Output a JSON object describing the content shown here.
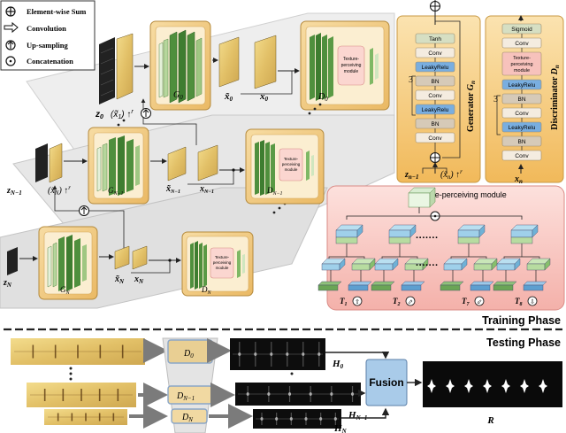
{
  "legend": {
    "sum": "Element-wise Sum",
    "conv": "Convolution",
    "up": "Up-sampling",
    "concat": "Concatenation"
  },
  "labels": {
    "z0": "z",
    "z0_sub": "0",
    "x1_up": "(x̃",
    "x1_up_sub": "1",
    "x1_up_tail": ") ↑",
    "x1_up_r": "r",
    "x0_tilde": "x̃",
    "x0_tilde_sub": "0",
    "x0": "x",
    "x0_sub": "0",
    "zN1": "z",
    "zN1_sub": "N−1",
    "xN_up": "(x̃",
    "xN_up_sub": "N",
    "xN_up_tail": ") ↑",
    "xN_up_r": "r",
    "xN1_tilde": "x̃",
    "xN1_tilde_sub": "N−1",
    "xN1": "x",
    "xN1_sub": "N−1",
    "zN": "z",
    "zN_sub": "N",
    "xN_tilde": "x̃",
    "xN_tilde_sub": "N",
    "xN": "x",
    "xN_sub": "N"
  },
  "blocks": {
    "G0": "G",
    "G0_sub": "0",
    "D0": "D",
    "D0_sub": "0",
    "GN1": "G",
    "GN1_sub": "N−1",
    "DN1": "D",
    "DN1_sub": "N−1",
    "GN": "G",
    "GN_sub": "N",
    "DN": "D",
    "DN_sub": "N",
    "tpm_line1": "Texture-",
    "tpm_line2": "perceiving",
    "tpm_line3": "module"
  },
  "generator": {
    "title": "Generator ",
    "title_g": "G",
    "title_sub": "n",
    "layers": [
      "Tanh",
      "Conv",
      "LeakyRelu",
      "BN",
      "Conv",
      "LeakyRelu",
      "BN",
      "Conv"
    ],
    "repeat": "3",
    "in1": "z",
    "in1_sub": "n−1",
    "in2": "(x̃",
    "in2_sub": "n",
    "in2_tail": ") ↑",
    "in2_r": "r"
  },
  "discriminator": {
    "title": "Discriminator ",
    "title_d": "D",
    "title_sub": "n",
    "layers": [
      "Sigmoid",
      "Conv",
      "Texture-perceiving module",
      "LeakyRelu",
      "BN",
      "Conv",
      "LeakyRelu",
      "BN",
      "Conv"
    ],
    "repeat": "3",
    "in": "x",
    "in_sub": "n"
  },
  "tpm": {
    "title": "Texture-perceiving module",
    "dots": "·······",
    "t_labels": [
      {
        "t": "T",
        "sub": "1",
        "icon": "⇧"
      },
      {
        "t": "T",
        "sub": "2",
        "icon": "⬀"
      },
      {
        "t": "T",
        "sub": "7",
        "icon": "⬃"
      },
      {
        "t": "T",
        "sub": "8",
        "icon": "⇩"
      }
    ]
  },
  "phases": {
    "training": "Training Phase",
    "testing": "Testing Phase"
  },
  "testing": {
    "D0": "D",
    "D0_sub": "0",
    "DN1": "D",
    "DN1_sub": "N−1",
    "DN": "D",
    "DN_sub": "N",
    "H0": "H",
    "H0_sub": "0",
    "HN1": "H",
    "HN1_sub": "N−1",
    "HN": "H",
    "HN_sub": "N",
    "fusion": "Fusion",
    "R": "R"
  },
  "colors": {
    "block_outer": "#f4cf8a",
    "block_inner": "#f9e6bf",
    "green_dark": "#3c7d32",
    "green_light": "#a9d18e",
    "fabric": "#e4c56c",
    "net_panel": "#f6c66a",
    "tpm_panel": "#f7c7c3",
    "fusion": "#9cc3e6"
  }
}
